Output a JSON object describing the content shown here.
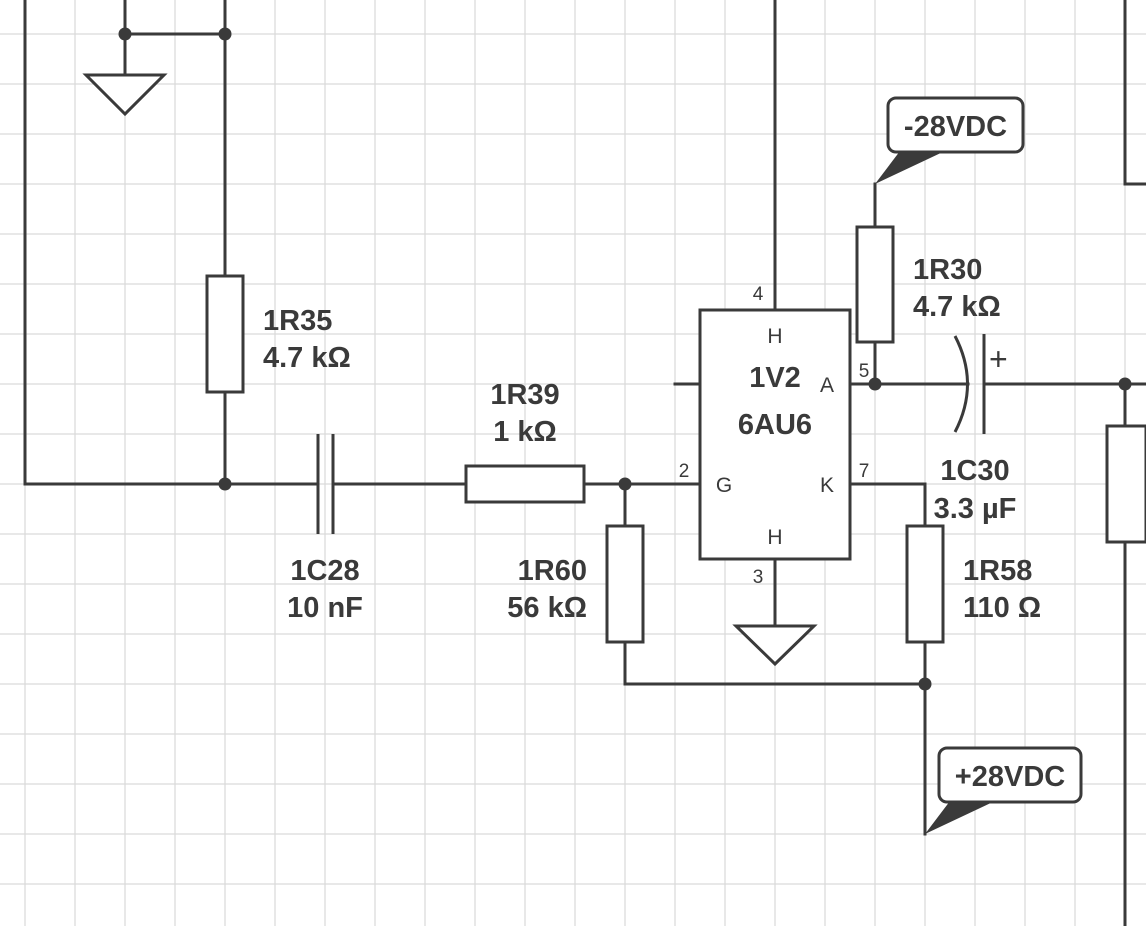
{
  "colors": {
    "wire": "#3a3a3a",
    "grid": "#d9d9d9",
    "background": "#ffffff"
  },
  "components": {
    "r35": {
      "ref": "1R35",
      "value": "4.7 kΩ"
    },
    "r39": {
      "ref": "1R39",
      "value": "1 kΩ"
    },
    "r30": {
      "ref": "1R30",
      "value": "4.7 kΩ"
    },
    "r60": {
      "ref": "1R60",
      "value": "56 kΩ"
    },
    "r58": {
      "ref": "1R58",
      "value": "110 Ω"
    },
    "c28": {
      "ref": "1C28",
      "value": "10 nF"
    },
    "c30": {
      "ref": "1C30",
      "value": "3.3 µF",
      "polarity_mark": "+"
    }
  },
  "tube": {
    "ref": "1V2",
    "type": "6AU6",
    "pin_labels": {
      "heater_top": "H",
      "heater_bottom": "H",
      "anode": "A",
      "grid": "G",
      "cathode": "K"
    },
    "pin_numbers": {
      "heater_top": "4",
      "heater_bottom": "3",
      "anode": "5",
      "grid": "2",
      "cathode": "7"
    }
  },
  "power_flags": {
    "negative": "-28VDC",
    "positive": "+28VDC"
  }
}
